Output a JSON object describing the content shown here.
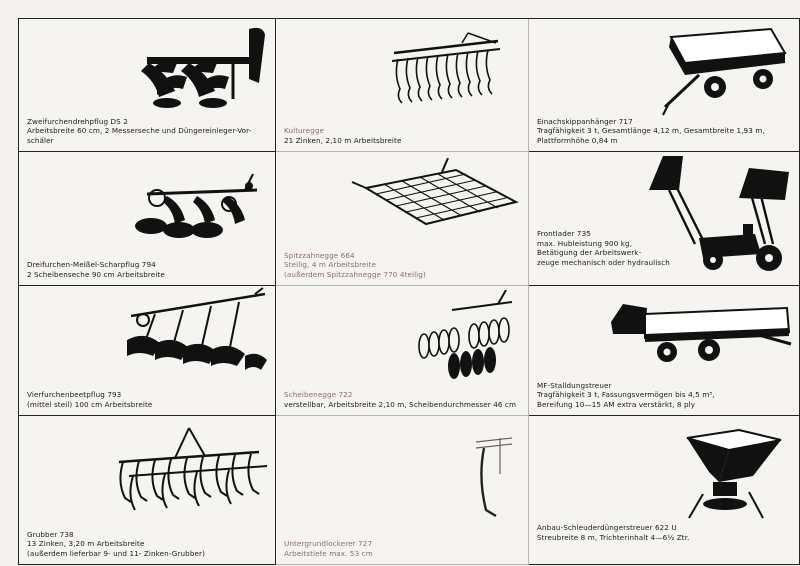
{
  "items": [
    {
      "lines": [
        "Zweifurchendrehpflug DS 2",
        "Arbeitsbreite 60 cm, 2 Messerseche und Düngereinleger-Vor-",
        "schäler"
      ]
    },
    {
      "lines": [
        "Kulturegge",
        "21 Zinken, 2,10 m Arbeitsbreite"
      ]
    },
    {
      "lines": [
        "Einachskippanhänger 717",
        "Tragfähigkeit 3 t, Gesamtlänge 4,12 m, Gesamtbreite 1,93 m,",
        "Plattformhöhe 0,84 m"
      ]
    },
    {
      "lines": [
        "Dreifurchen-Meißel-Scharpflug 794",
        "2 Scheibenseche 90 cm Arbeitsbreite"
      ]
    },
    {
      "lines": [
        "Spitzzahnegge 664",
        "Steilig, 4 m Arbeitsbreite",
        "(außerdem Spitzzahnegge 770 4teilig)"
      ]
    },
    {
      "lines": [
        "Frontlader 735",
        "max. Hubleistung 900 kg,",
        "Betätigung der Arbeitswerk-",
        "zeuge mechanisch oder hydraulisch"
      ]
    },
    {
      "lines": [
        "Vierfurchenbeetpflug 793",
        "(mittel steil) 100 cm Arbeitsbreite"
      ]
    },
    {
      "lines": [
        "Scheibenegge 722",
        "verstellbar, Arbeitsbreite 2,10 m, Scheibendurchmesser 46 cm"
      ]
    },
    {
      "lines": [
        "MF-Stalldungstreuer",
        "Tragfähigkeit 3 t, Fassungsvermögen bis 4,5 m³,",
        "Bereifung 10—15 AM extra verstärkt, 8 ply"
      ]
    },
    {
      "lines": [
        "Grubber 738",
        "13 Zinken, 3,20 m Arbeitsbreite",
        "(außerdem lieferbar 9- und 11-  Zinken-Grubber)"
      ]
    },
    {
      "lines": [
        "Untergrundlockerer 727",
        "Arbeitstiefe max. 53 cm"
      ]
    },
    {
      "lines": [
        "Anbau-Schleuderdüngerstreuer 622 U",
        "Streubreite 8 m, Trichterinhalt 4—6½ Ztr."
      ]
    }
  ]
}
